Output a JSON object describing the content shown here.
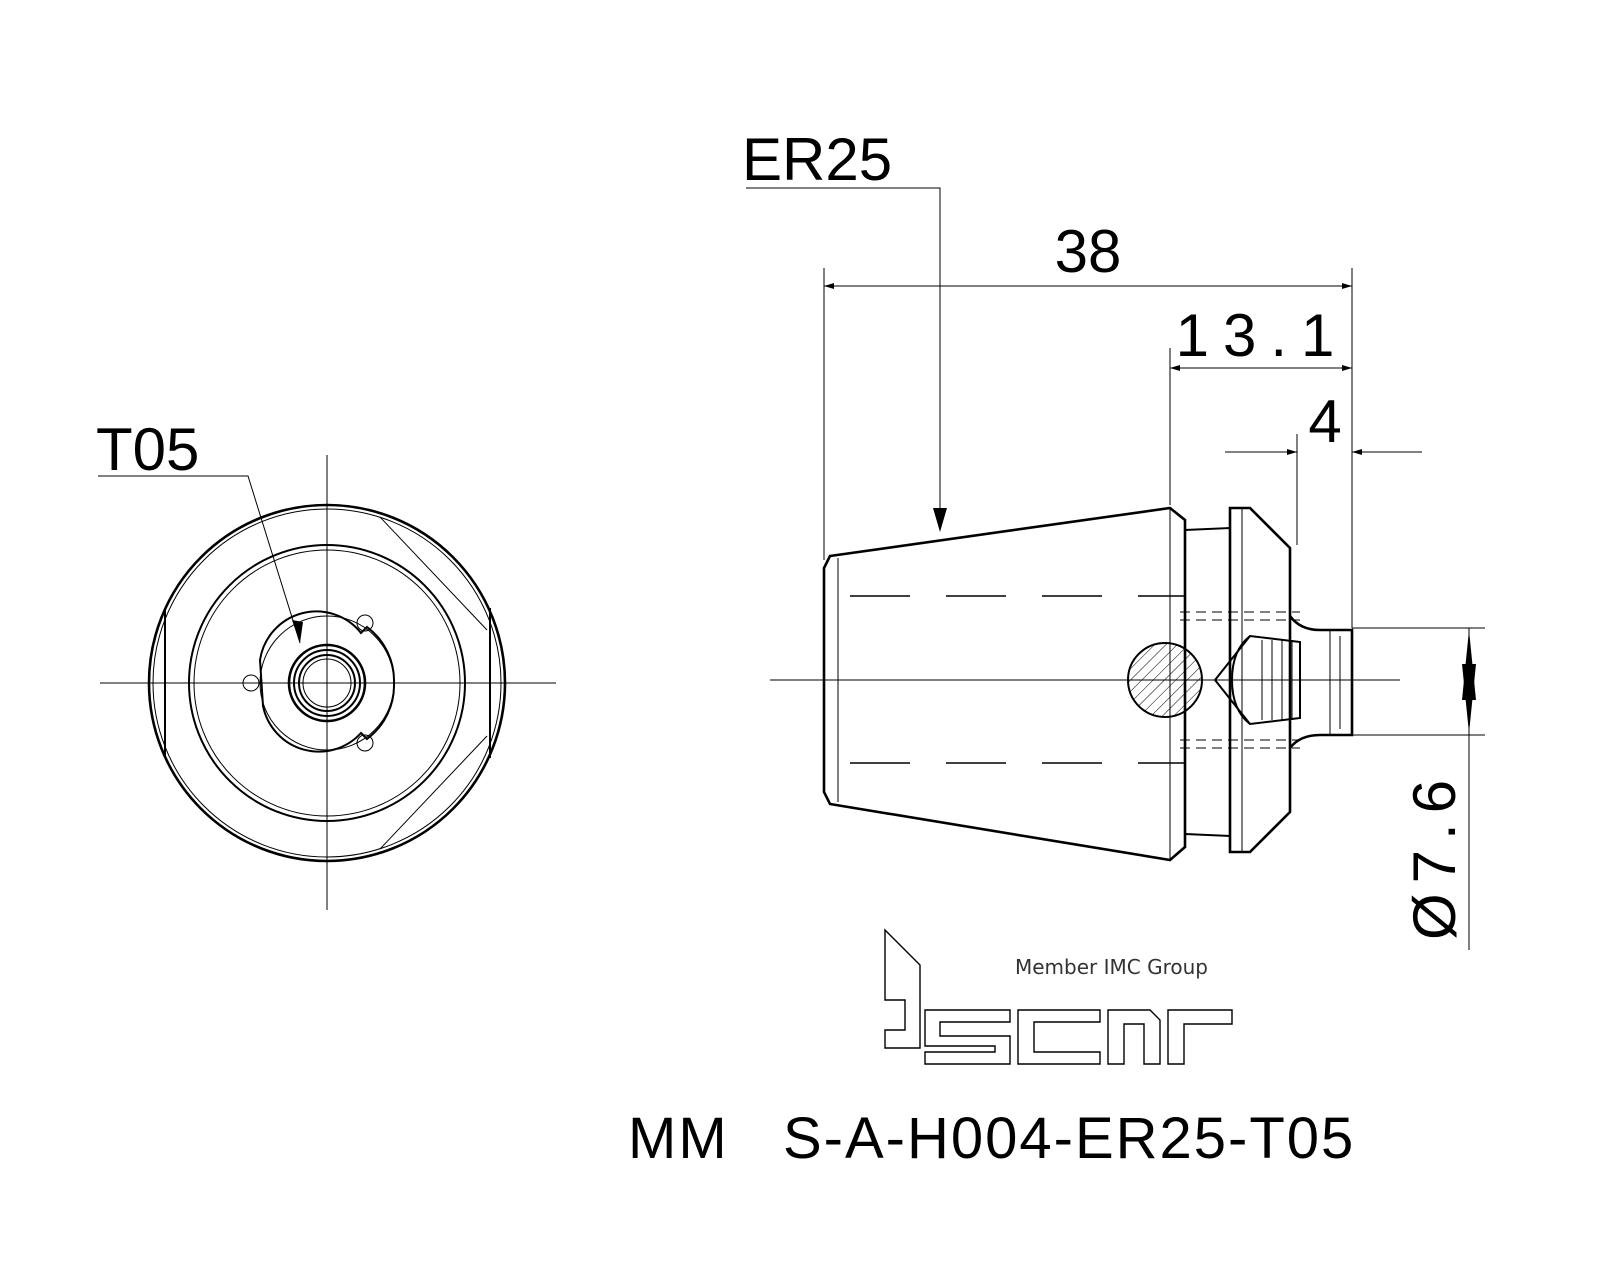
{
  "drawing": {
    "front_view": {
      "callout": "T05"
    },
    "side_view": {
      "callout": "ER25",
      "dim_overall_length": "38",
      "dim_thread_length": "13.1",
      "dim_shoulder": "4",
      "dim_diameter": "Ø7.6"
    },
    "logo": {
      "tagline": "Member IMC Group",
      "brand": "iscar"
    },
    "part_number": "MM   S-A-H004-ER25-T05"
  }
}
